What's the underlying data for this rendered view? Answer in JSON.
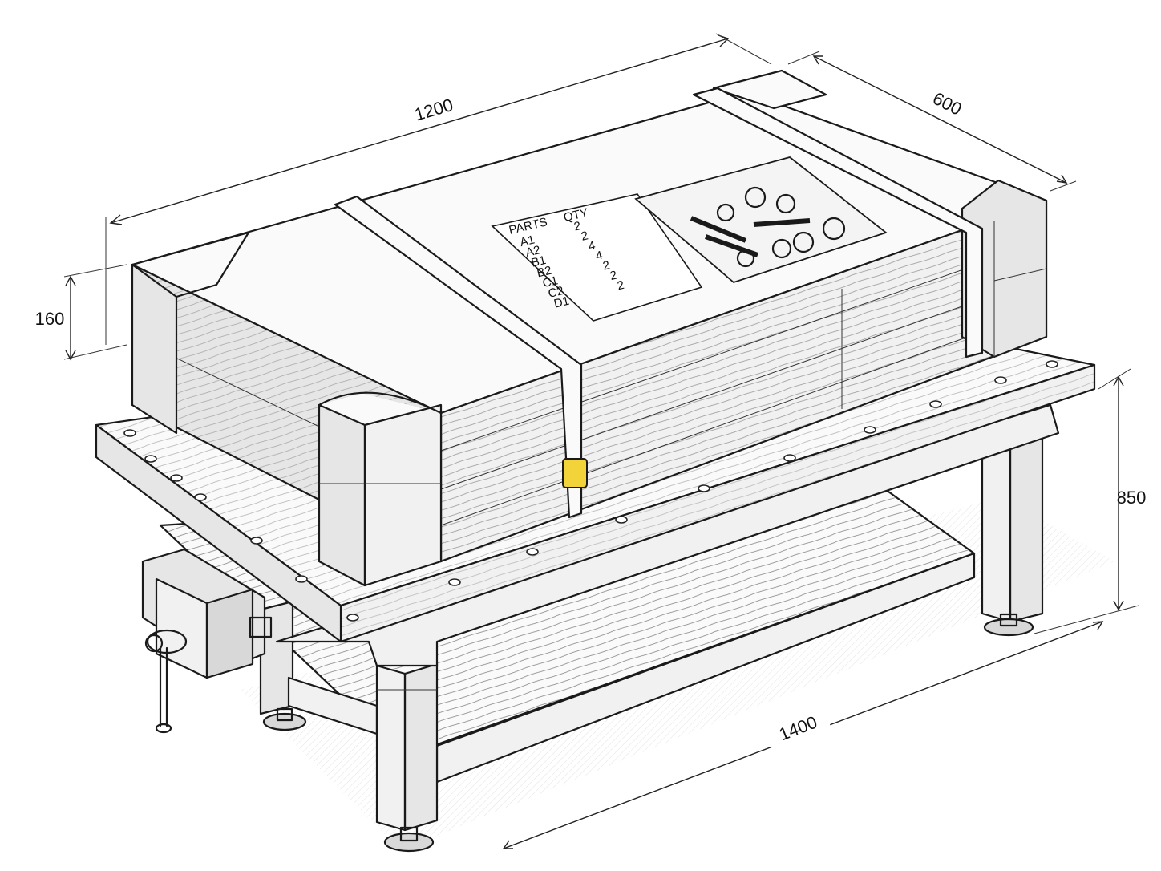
{
  "dimensions": {
    "length": "1200",
    "depth": "600",
    "package_height": "160",
    "bench_height": "850",
    "bench_length": "1400"
  },
  "parts_label": {
    "header_parts": "PARTS",
    "header_qty": "QTY",
    "rows": [
      {
        "part": "A1",
        "qty": "2"
      },
      {
        "part": "A2",
        "qty": "2"
      },
      {
        "part": "B1",
        "qty": "4"
      },
      {
        "part": "B2",
        "qty": "4"
      },
      {
        "part": "C1",
        "qty": "2"
      },
      {
        "part": "C2",
        "qty": "2"
      },
      {
        "part": "D1",
        "qty": "2"
      }
    ]
  },
  "colors": {
    "ink": "#1a1a1a",
    "buckle": "#f2d43a"
  }
}
